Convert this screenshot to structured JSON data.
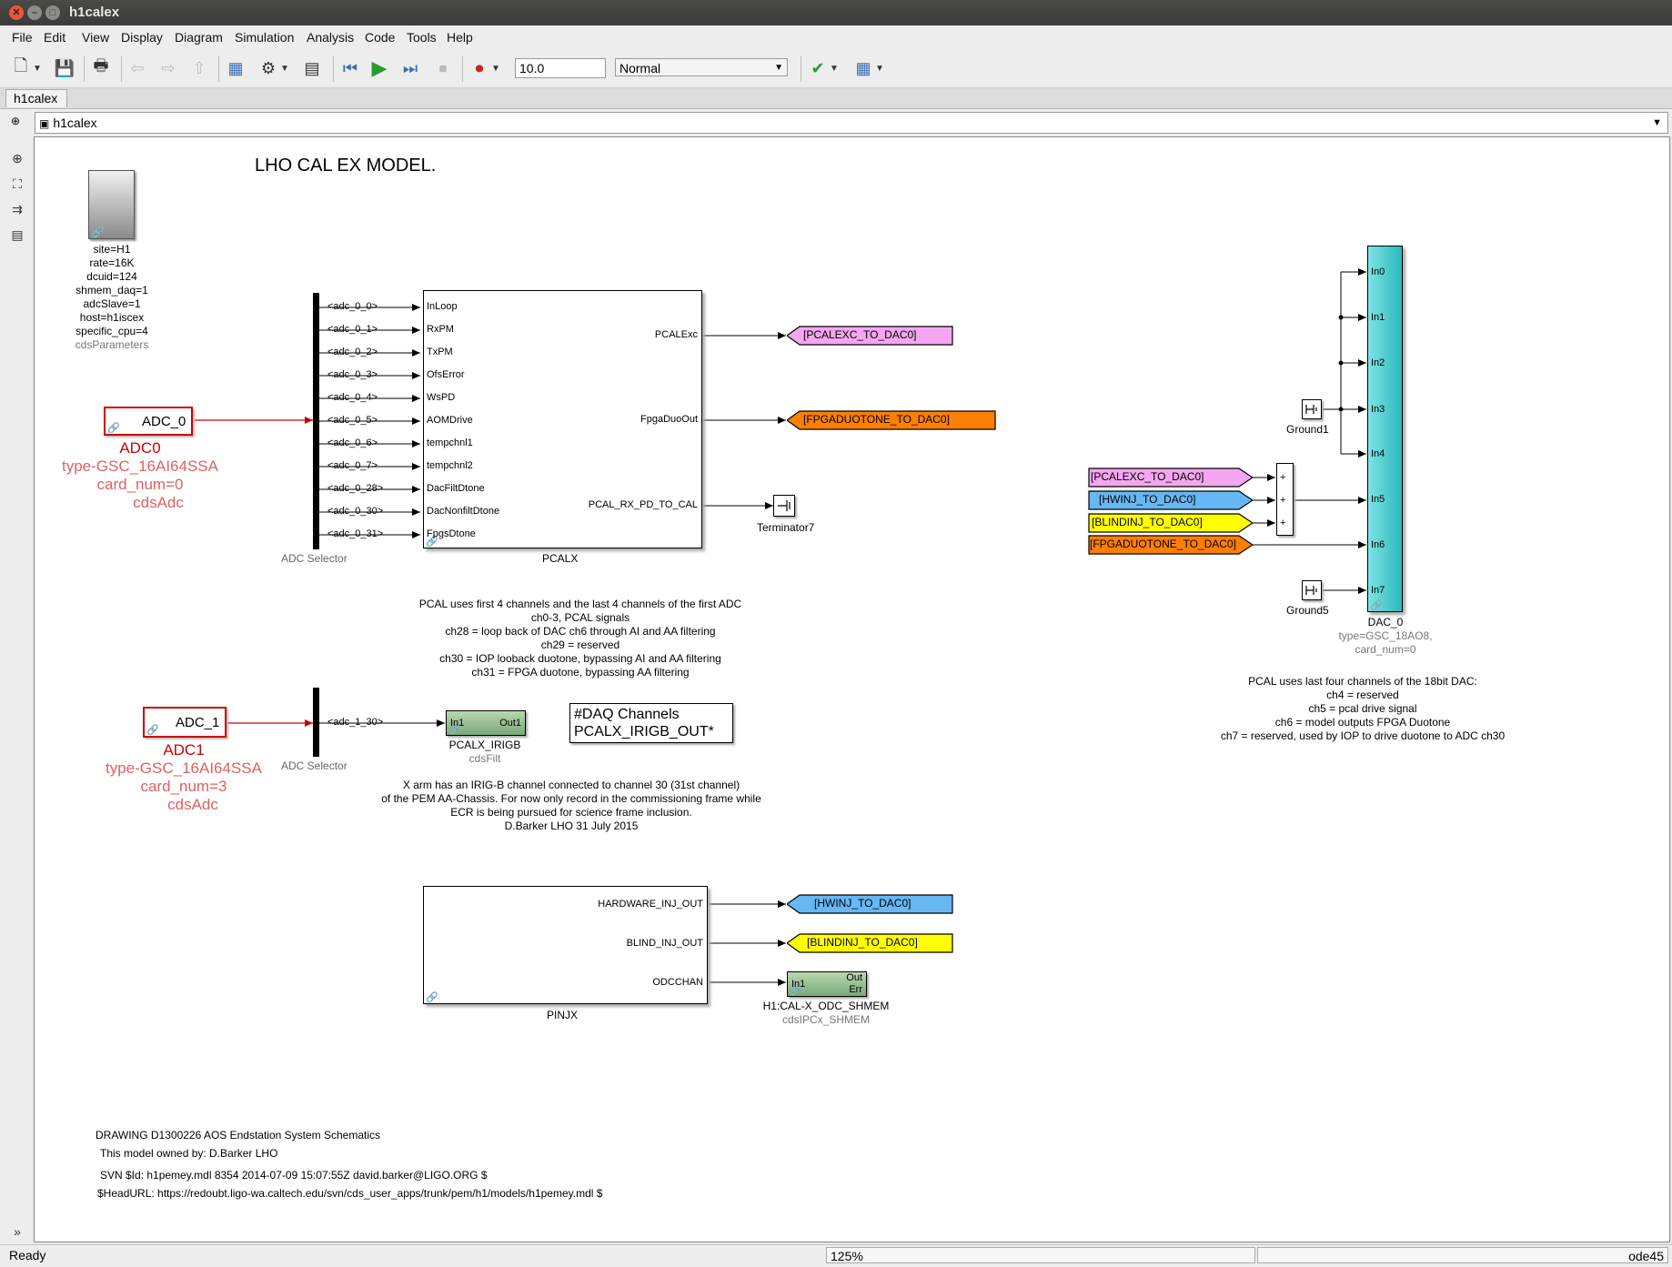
{
  "window": {
    "title": "h1calex"
  },
  "menu": [
    "File",
    "Edit",
    "View",
    "Display",
    "Diagram",
    "Simulation",
    "Analysis",
    "Code",
    "Tools",
    "Help"
  ],
  "toolbar": {
    "stop_time": "10.0",
    "sim_mode": "Normal"
  },
  "tab": {
    "label": "h1calex"
  },
  "address": {
    "path": "h1calex"
  },
  "model": {
    "title": "LHO CAL EX MODEL.",
    "params": {
      "lines": [
        "site=H1",
        "rate=16K",
        "dcuid=124",
        "shmem_daq=1",
        "adcSlave=1",
        "host=h1iscex",
        "specific_cpu=4"
      ],
      "name": "cdsParameters"
    },
    "adc0": {
      "label": "ADC_0",
      "name": "ADC0",
      "type": "type-GSC_16AI64SSA",
      "card": "card_num=0",
      "lib": "cdsAdc"
    },
    "adc1": {
      "label": "ADC_1",
      "name": "ADC1",
      "type": "type-GSC_16AI64SSA",
      "card": "card_num=3",
      "lib": "cdsAdc"
    },
    "selector_label": "ADC Selector",
    "selector0_outputs": [
      "<adc_0_0>",
      "<adc_0_1>",
      "<adc_0_2>",
      "<adc_0_3>",
      "<adc_0_4>",
      "<adc_0_5>",
      "<adc_0_6>",
      "<adc_0_7>",
      "<adc_0_28>",
      "<adc_0_30>",
      "<adc_0_31>"
    ],
    "selector1_output": "<adc_1_30>",
    "pcalx": {
      "name": "PCALX",
      "inputs": [
        "InLoop",
        "RxPM",
        "TxPM",
        "OfsError",
        "WsPD",
        "AOMDrive",
        "tempchnl1",
        "tempchnl2",
        "DacFiltDtone",
        "DacNonfiltDtone",
        "FpgsDtone"
      ],
      "outputs": [
        "PCALExc",
        "FpgaDuoOut",
        "PCAL_RX_PD_TO_CAL"
      ]
    },
    "goto_pcalexc": "[PCALEXC_TO_DAC0]",
    "goto_fpga": "[FPGADUOTONE_TO_DAC0]",
    "terminator": "Terminator7",
    "pcal_note": [
      "PCAL uses first 4 channels and the last 4 channels of the first ADC",
      "ch0-3, PCAL signals",
      "ch28 = loop back of DAC ch6 through AI and AA filtering",
      "ch29 = reserved",
      "ch30 = IOP looback duotone, bypassing AI and AA filtering",
      "ch31 = FPGA duotone, bypassing AA filtering"
    ],
    "irigb": {
      "in": "In1",
      "out": "Out1",
      "name": "PCALX_IRIGB",
      "lib": "cdsFilt"
    },
    "daq": [
      "#DAQ Channels",
      "PCALX_IRIGB_OUT*"
    ],
    "irig_note": [
      "X arm has an IRIG-B channel connected to channel 30 (31st channel)",
      "of the PEM AA-Chassis. For now only record in the commissioning frame while",
      "ECR is being pursued for science frame inclusion.",
      "D.Barker LHO 31 July 2015"
    ],
    "pinjx": {
      "name": "PINJX",
      "outputs": [
        "HARDWARE_INJ_OUT",
        "BLIND_INJ_OUT",
        "ODCCHAN"
      ]
    },
    "goto_hwinj": "[HWINJ_TO_DAC0]",
    "goto_blind": "[BLINDINJ_TO_DAC0]",
    "shmem": {
      "in": "In1",
      "out": "Out",
      "err": "Err",
      "name": "H1:CAL-X_ODC_SHMEM",
      "lib": "cdsIPCx_SHMEM"
    },
    "from_tags": [
      "[PCALEXC_TO_DAC0]",
      "[HWINJ_TO_DAC0]",
      "[BLINDINJ_TO_DAC0]",
      "[FPGADUOTONE_TO_DAC0]"
    ],
    "sum_signs": [
      "+",
      "+",
      "+"
    ],
    "ground1": "Ground1",
    "ground5": "Ground5",
    "dac": {
      "name": "DAC_0",
      "type": "type=GSC_18AO8,",
      "card": "card_num=0",
      "inputs": [
        "In0",
        "In1",
        "In2",
        "In3",
        "In4",
        "In5",
        "In6",
        "In7"
      ]
    },
    "dac_note": [
      "PCAL uses last four channels of the 18bit DAC:",
      "ch4 = reserved",
      "ch5 = pcal drive signal",
      "ch6 = model outputs FPGA Duotone",
      "ch7 = reserved, used by IOP to drive duotone to ADC ch30"
    ],
    "footer": [
      "DRAWING D1300226 AOS Endstation System Schematics",
      "This model owned by: D.Barker LHO",
      "SVN $Id: h1pemey.mdl 8354 2014-07-09 15:07:55Z david.barker@LIGO.ORG $",
      "$HeadURL: https://redoubt.ligo-wa.caltech.edu/svn/cds_user_apps/trunk/pem/h1/models/h1pemey.mdl $"
    ]
  },
  "status": {
    "left": "Ready",
    "zoom": "125%",
    "solver": "ode45"
  },
  "colors": {
    "pink": "#f4a6f0",
    "blue": "#66b8f4",
    "yellow": "#ffff00",
    "orange": "#ff7f00",
    "cyan": "#36c9cc",
    "green": "#8cb88c",
    "red": "#cc0000"
  }
}
